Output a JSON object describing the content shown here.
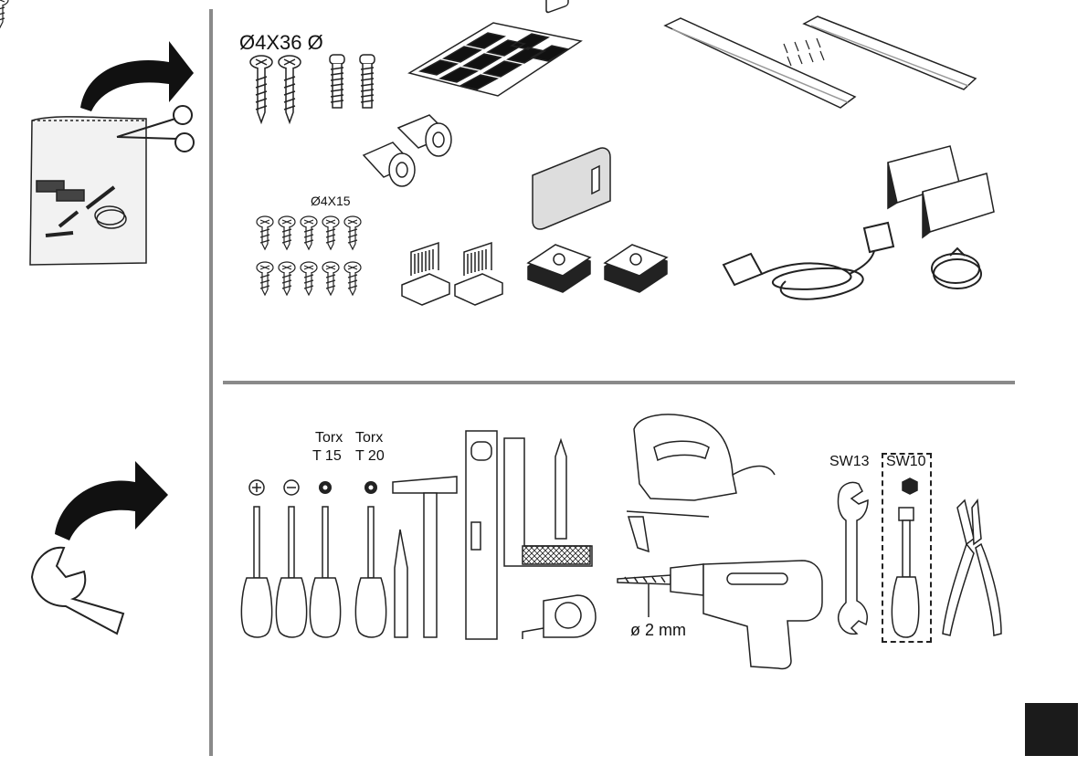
{
  "screw_large_label": "Ø4X36 Ø",
  "screw_small_label": "Ø4X15",
  "torx15_label": [
    "Torx",
    "T 15"
  ],
  "torx20_label": [
    "Torx",
    "T 20"
  ],
  "drill_bit_label": "ø 2 mm",
  "wrench13_label": "SW13",
  "wrench10_label": "SW10",
  "tape_measure_symbol": "m",
  "colors": {
    "divider": "#8a8a8a",
    "ink": "#111111",
    "corner_block": "#1b1b1b"
  }
}
